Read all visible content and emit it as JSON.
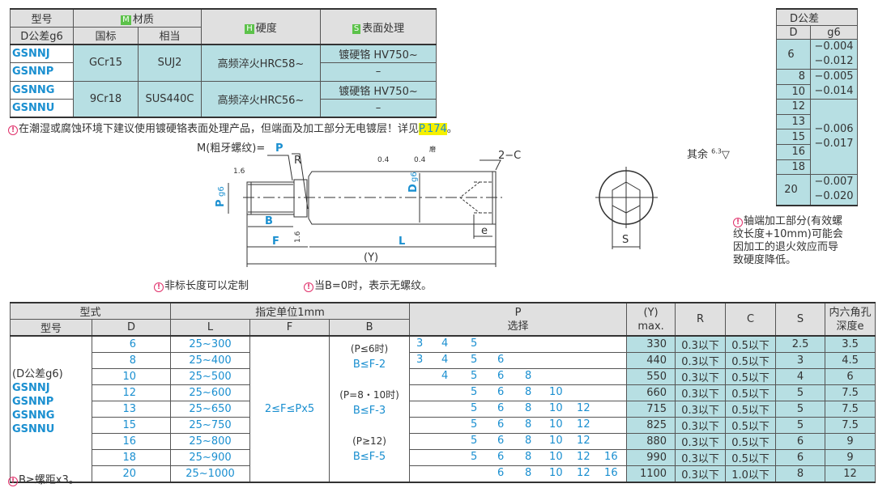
{
  "spec_table": {
    "h_model": "型号",
    "h_tol": "D公差g6",
    "h_material": "材质",
    "h_gb": "国标",
    "h_eq": "相当",
    "h_hardness": "硬度",
    "h_surface": "表面处理",
    "badge_m": "M",
    "badge_h": "H",
    "badge_s": "S",
    "models": [
      "GSNNJ",
      "GSNNP",
      "GSNNG",
      "GSNNU"
    ],
    "groups": [
      {
        "gb": "GCr15",
        "eq": "SUJ2",
        "hardness": "高频淬火HRC58~",
        "surfaces": [
          "镀硬铬 HV750~",
          "–"
        ]
      },
      {
        "gb": "9Cr18",
        "eq": "SUS440C",
        "hardness": "高频淬火HRC56~",
        "surfaces": [
          "镀硬铬 HV750~",
          "–"
        ]
      }
    ]
  },
  "note_top": {
    "text": "在潮湿或腐蚀环境下建议使用镀硬铬表面处理产品，但端面及加工部分无电镀层！详见",
    "link": "P.174",
    "end": "。"
  },
  "drawing": {
    "thread": "M(粗牙螺纹)=",
    "thread_p": "P",
    "r": "R",
    "c": "2−C",
    "ra16": "1.6",
    "ra04": "0.4",
    "ra04b": "0.4",
    "grind": "磨",
    "p_label": "P",
    "p_sub": "g6",
    "d_label": "D",
    "d_sub": "g6",
    "b": "B",
    "f": "F",
    "l": "L",
    "y": "(Y)",
    "e": "e",
    "s": "S",
    "ra16b": "1.6",
    "rest": "其余",
    "rest_ra": "6.3"
  },
  "notes_mid": [
    "非标长度可以定制",
    "当B=0时，表示无螺纹。"
  ],
  "tol_table": {
    "title": "D公差",
    "h_d": "D",
    "h_g6": "g6",
    "rows": [
      {
        "d": [
          "6"
        ],
        "g6": [
          "−0.004",
          "−0.012"
        ]
      },
      {
        "d": [
          "8",
          "10"
        ],
        "g6": [
          "−0.005",
          "−0.014"
        ]
      },
      {
        "d": [
          "12",
          "13",
          "15",
          "16",
          "18"
        ],
        "g6": [
          "−0.006",
          "−0.017"
        ]
      },
      {
        "d": [
          "20"
        ],
        "g6": [
          "−0.007",
          "−0.020"
        ]
      }
    ]
  },
  "note_right": [
    "轴端加工部分(有效螺",
    "纹长度+10mm)可能会",
    "因加工的退火效应而导",
    "致硬度降低。"
  ],
  "main_table": {
    "h_type": "型式",
    "h_unit": "指定单位1mm",
    "h_model": "型号",
    "h_d": "D",
    "h_l": "L",
    "h_f": "F",
    "h_b": "B",
    "h_p": "P",
    "h_p2": "选择",
    "h_y": "(Y)",
    "h_y2": "max.",
    "h_r": "R",
    "h_c": "C",
    "h_s": "S",
    "h_e": "内六角孔",
    "h_e2": "深度e",
    "model_lines": [
      "(D公差g6)",
      "GSNNJ",
      "GSNNP",
      "GSNNG",
      "GSNNU"
    ],
    "f_value": "2≤F≤Px5",
    "b_rules": [
      [
        "(P≤6时)",
        "B≤F-2"
      ],
      [
        "(P=8・10时)",
        "B≤F-3"
      ],
      [
        "(P≥12)",
        "B≤F-5"
      ]
    ],
    "rows": [
      {
        "d": "6",
        "l": "25~300",
        "p": [
          "3",
          "4",
          "5"
        ],
        "y": "330",
        "r": "0.3以下",
        "c": "0.5以下",
        "s": "2.5",
        "e": "3.5"
      },
      {
        "d": "8",
        "l": "25~400",
        "p": [
          "3",
          "4",
          "5",
          "6"
        ],
        "y": "440",
        "r": "0.3以下",
        "c": "0.5以下",
        "s": "3",
        "e": "4.5"
      },
      {
        "d": "10",
        "l": "25~500",
        "p": [
          "4",
          "5",
          "6",
          "8"
        ],
        "y": "550",
        "r": "0.3以下",
        "c": "0.5以下",
        "s": "4",
        "e": "6"
      },
      {
        "d": "12",
        "l": "25~600",
        "p": [
          "5",
          "6",
          "8",
          "10"
        ],
        "y": "660",
        "r": "0.3以下",
        "c": "0.5以下",
        "s": "5",
        "e": "7.5"
      },
      {
        "d": "13",
        "l": "25~650",
        "p": [
          "5",
          "6",
          "8",
          "10",
          "12"
        ],
        "y": "715",
        "r": "0.3以下",
        "c": "0.5以下",
        "s": "5",
        "e": "7.5"
      },
      {
        "d": "15",
        "l": "25~750",
        "p": [
          "5",
          "6",
          "8",
          "10",
          "12"
        ],
        "y": "825",
        "r": "0.3以下",
        "c": "0.5以下",
        "s": "5",
        "e": "7.5"
      },
      {
        "d": "16",
        "l": "25~800",
        "p": [
          "5",
          "6",
          "8",
          "10",
          "12"
        ],
        "y": "880",
        "r": "0.3以下",
        "c": "0.5以下",
        "s": "6",
        "e": "9"
      },
      {
        "d": "18",
        "l": "25~900",
        "p": [
          "5",
          "6",
          "8",
          "10",
          "12",
          "16"
        ],
        "y": "990",
        "r": "0.3以下",
        "c": "0.5以下",
        "s": "6",
        "e": "9"
      },
      {
        "d": "20",
        "l": "25~1000",
        "p": [
          "6",
          "8",
          "10",
          "12",
          "16"
        ],
        "y": "1100",
        "r": "0.3以下",
        "c": "1.0以下",
        "s": "8",
        "e": "12"
      }
    ]
  },
  "note_bottom": "B≥螺距x3。",
  "warn_icon": "!"
}
